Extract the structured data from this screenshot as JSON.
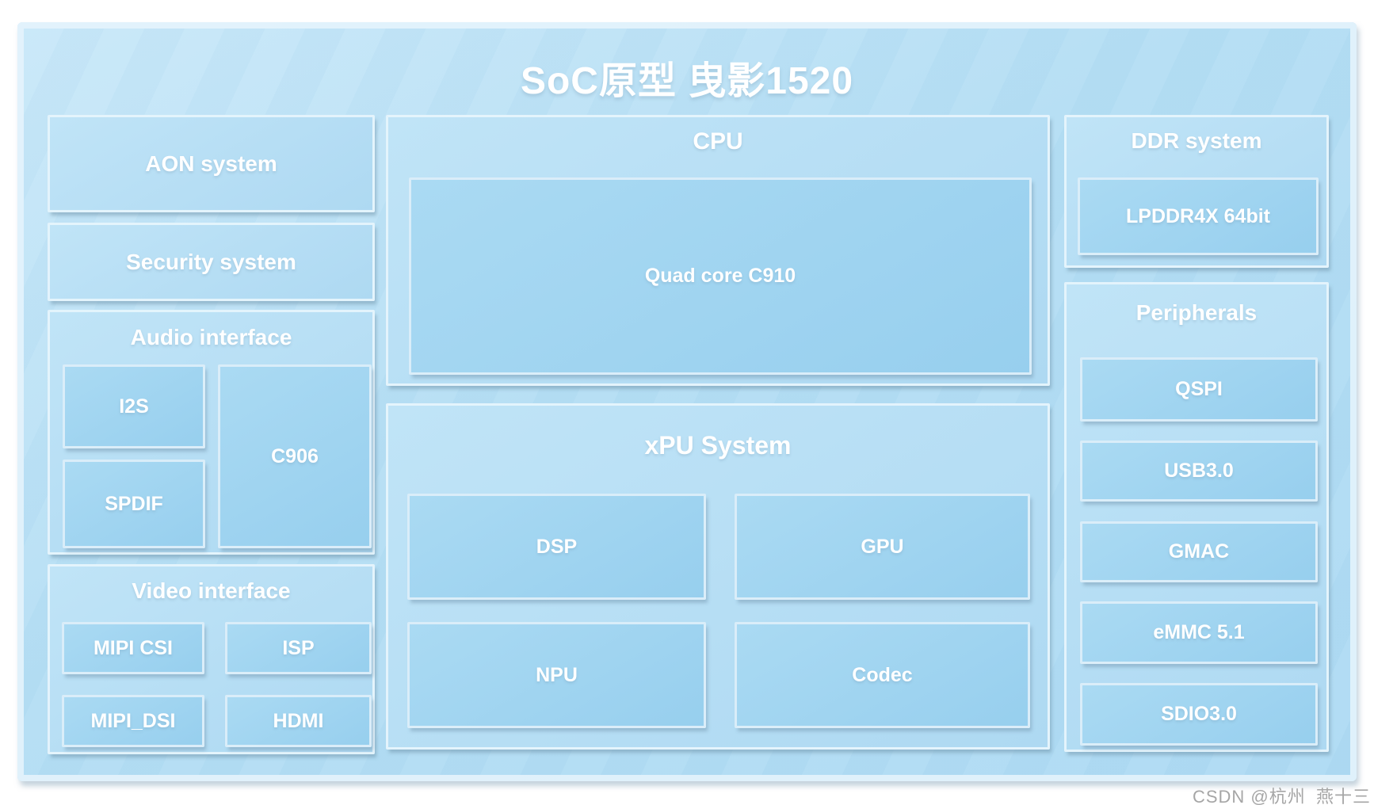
{
  "diagram": {
    "title": "SoC原型 曳影1520",
    "watermark": "CSDN @杭州_燕十三",
    "colors": {
      "container_fill": "#b5def4",
      "section_fill": "#b2dcf4",
      "block_fill": "#9dd2ef",
      "rim_highlight": "#e5f3fc",
      "shadow": "#7d96a8",
      "text": "#ffffff",
      "watermark_text": "#a6a6a6"
    },
    "sections": {
      "aon": {
        "label": "AON system"
      },
      "security": {
        "label": "Security system"
      },
      "audio": {
        "label": "Audio interface",
        "blocks": {
          "i2s": "I2S",
          "spdif": "SPDIF",
          "c906": "C906"
        }
      },
      "video": {
        "label": "Video interface",
        "blocks": {
          "mipi_csi": "MIPI CSI",
          "isp": "ISP",
          "mipi_dsi": "MIPI_DSI",
          "hdmi": "HDMI"
        }
      },
      "cpu": {
        "label": "CPU",
        "blocks": {
          "core": "Quad core C910"
        }
      },
      "xpu": {
        "label": "xPU System",
        "blocks": {
          "dsp": "DSP",
          "gpu": "GPU",
          "npu": "NPU",
          "codec": "Codec"
        }
      },
      "ddr": {
        "label": "DDR system",
        "blocks": {
          "lpddr": "LPDDR4X 64bit"
        }
      },
      "peripherals": {
        "label": "Peripherals",
        "blocks": {
          "qspi": "QSPI",
          "usb": "USB3.0",
          "gmac": "GMAC",
          "emmc": "eMMC 5.1",
          "sdio": "SDIO3.0"
        }
      }
    }
  }
}
